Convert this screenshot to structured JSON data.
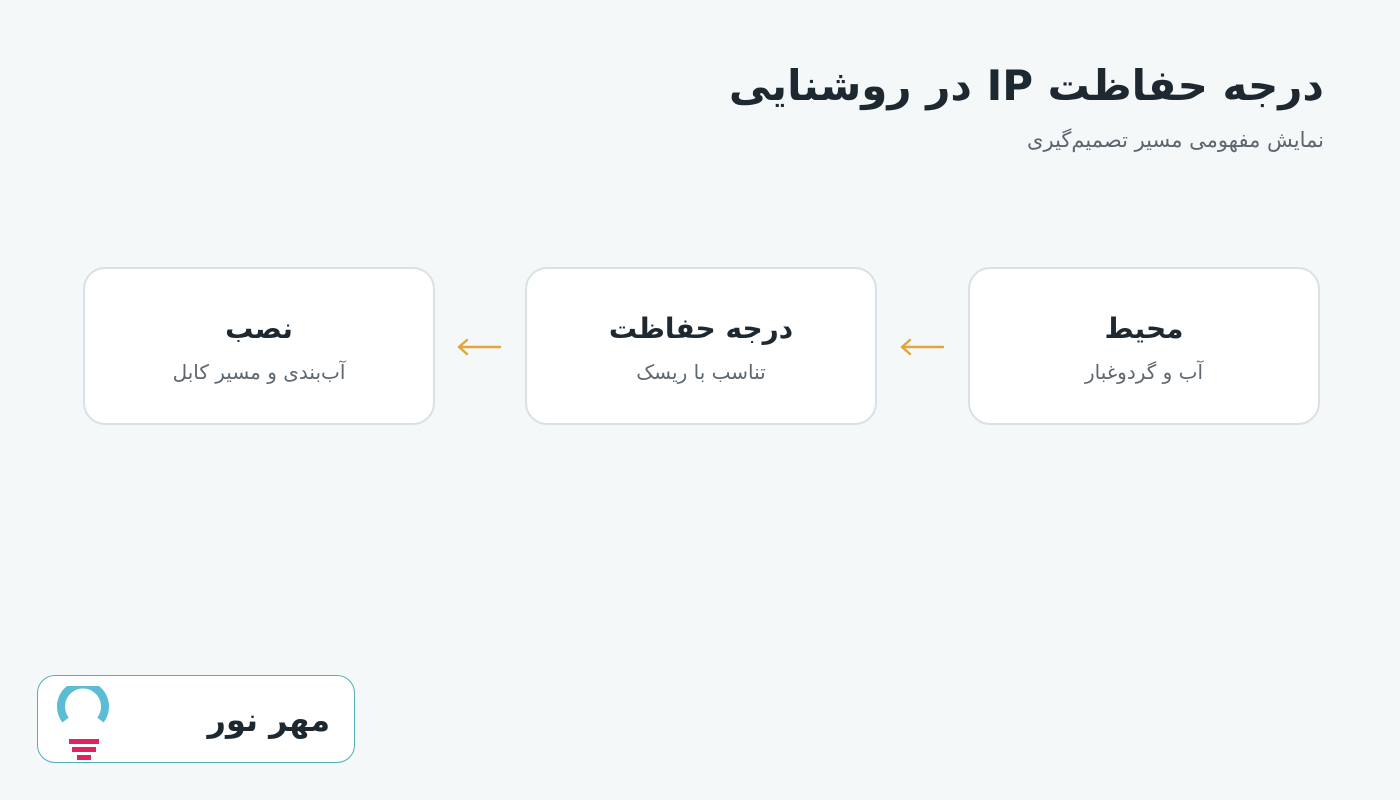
{
  "header": {
    "title": "درجه حفاظت IP در روشنایی",
    "subtitle": "نمایش مفهومی مسیر تصمیم‌گیری"
  },
  "flow": {
    "steps": [
      {
        "title": "محیط",
        "subtitle": "آب و گردوغبار"
      },
      {
        "title": "درجه حفاظت",
        "subtitle": "تناسب با ریسک"
      },
      {
        "title": "نصب",
        "subtitle": "آب‌بندی و مسیر کابل"
      }
    ]
  },
  "brand": {
    "name": "مهر نور"
  },
  "colors": {
    "background": "#f5f8f9",
    "card_border": "#d7e1e6",
    "arrow": "#e3a43a",
    "brand_border": "#53aebc",
    "logo_ring": "#5bbcd3",
    "logo_base": "#e0245f"
  },
  "icons": {
    "arrow": "arrow-left-icon",
    "logo": "lightbulb-logo-icon"
  }
}
